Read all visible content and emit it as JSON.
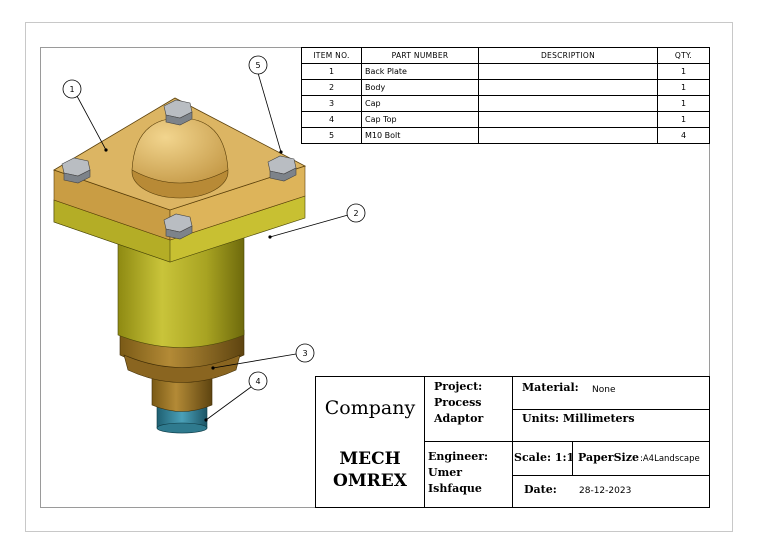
{
  "bom": {
    "headers": [
      "ITEM NO.",
      "PART NUMBER",
      "DESCRIPTION",
      "QTY."
    ],
    "rows": [
      {
        "item": "1",
        "part": "Back Plate",
        "description": "",
        "qty": "1"
      },
      {
        "item": "2",
        "part": "Body",
        "description": "",
        "qty": "1"
      },
      {
        "item": "3",
        "part": "Cap",
        "description": "",
        "qty": "1"
      },
      {
        "item": "4",
        "part": "Cap Top",
        "description": "",
        "qty": "1"
      },
      {
        "item": "5",
        "part": "M10 Bolt",
        "description": "",
        "qty": "4"
      }
    ]
  },
  "balloons": [
    "1",
    "2",
    "3",
    "4",
    "5"
  ],
  "title_block": {
    "company": "Company",
    "company_line1": "MECH",
    "company_line2": "OMREX",
    "project_label": "Project:",
    "project_line1": "Process",
    "project_line2": "Adaptor",
    "material_label": "Material:",
    "material_value": "None",
    "units": "Units: Millimeters",
    "engineer_label": "Engineer:",
    "engineer_line1": "Umer",
    "engineer_line2": "Ishfaque",
    "scale": "Scale: 1:1",
    "paper_label": "PaperSize",
    "paper_value": ":A4Landscape",
    "date_label": "Date:",
    "date_value": "28-12-2023"
  },
  "colors": {
    "brand_orange": "#f07b0f",
    "plate_tan": "#d9b15a",
    "body_olive": "#b8b22a",
    "bolt_grey": "#9aa0a6",
    "cap_teal": "#3a8aa0"
  }
}
